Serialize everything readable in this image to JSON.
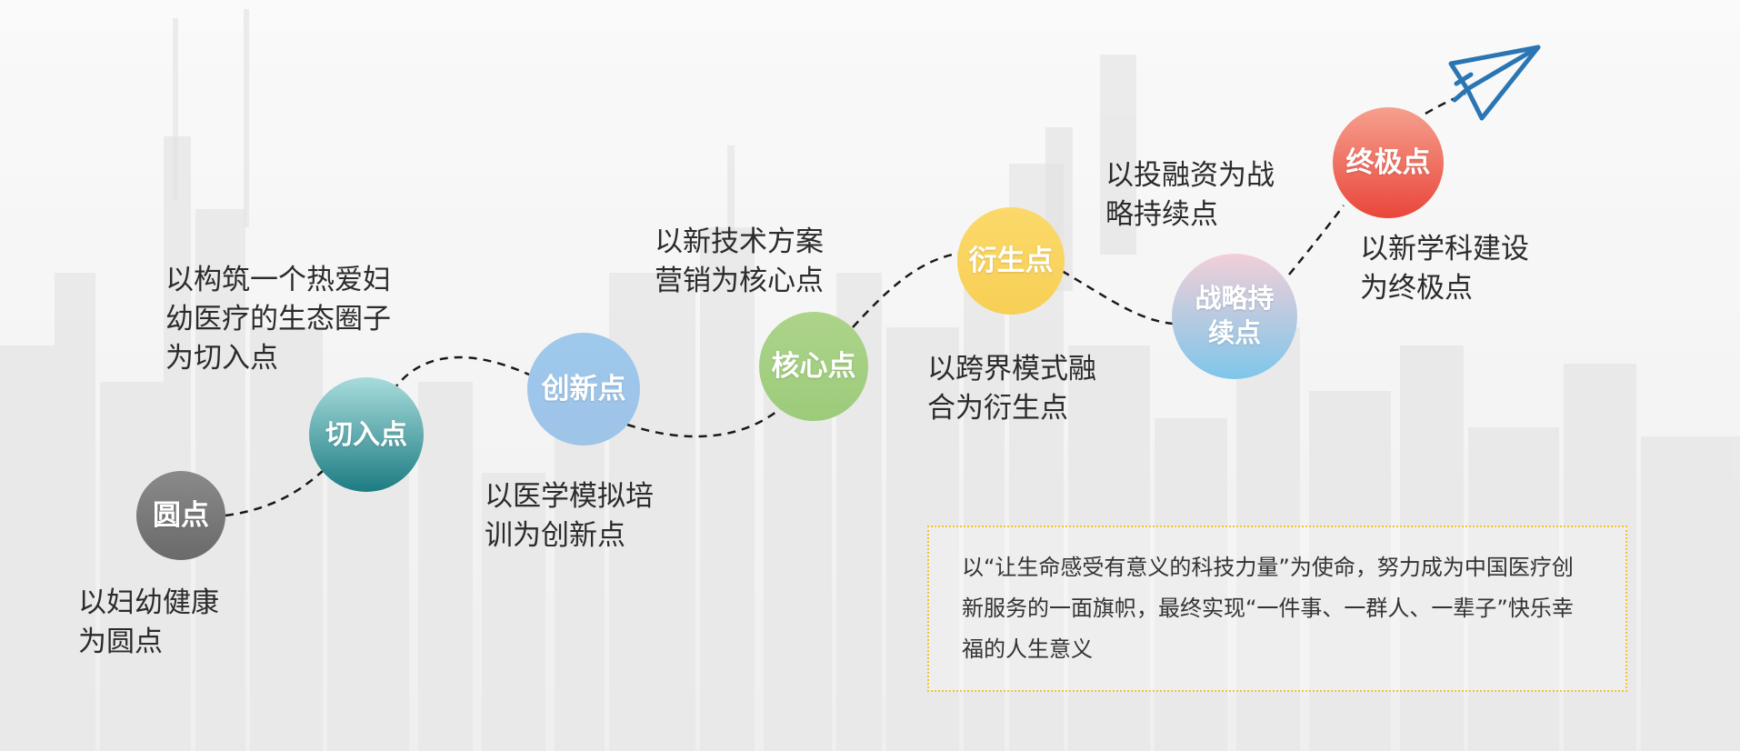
{
  "nodes": [
    {
      "id": "yuan",
      "label": "圆点",
      "color_top": "#8a8a8a",
      "color_bottom": "#6a6a6a"
    },
    {
      "id": "qieru",
      "label": "切入点",
      "color_top": "#a8dcdc",
      "color_bottom": "#1c7c82"
    },
    {
      "id": "chuangxin",
      "label": "创新点",
      "color_top": "#9ec8ec",
      "color_bottom": "#9ec4e8"
    },
    {
      "id": "hexin",
      "label": "核心点",
      "color_top": "#acd48a",
      "color_bottom": "#9ccb7a"
    },
    {
      "id": "yansheng",
      "label": "衍生点",
      "color_top": "#fbd96a",
      "color_bottom": "#f7cf55"
    },
    {
      "id": "zhanlue",
      "label": "战略持\n续点",
      "color_top": "#f2cfd8",
      "color_bottom": "#7ec6ea"
    },
    {
      "id": "zhongji",
      "label": "终极点",
      "color_top": "#f6a08e",
      "color_bottom": "#e9463a"
    }
  ],
  "descriptions": {
    "yuan": "以妇幼健康\n为圆点",
    "qieru": "以构筑一个热爱妇\n幼医疗的生态圈子\n为切入点",
    "chuangxin": "以医学模拟培\n训为创新点",
    "hexin": "以新技术方案\n营销为核心点",
    "yansheng": "以跨界模式融\n合为衍生点",
    "zhanlue": "以投融资为战\n略持续点",
    "zhongji": "以新学科建设\n为终极点"
  },
  "mission": {
    "text": "以“让生命感受有意义的科技力量”为使命，努力成为中国医疗创新服务的一面旗帜，最终实现“一件事、一群人、一辈子”快乐幸福的人生意义"
  },
  "colors": {
    "plane": "#2a75b3",
    "dashed_path": "#1a1a1a",
    "mission_border": "#f1c232"
  },
  "icons": [
    "paper-plane-icon"
  ]
}
